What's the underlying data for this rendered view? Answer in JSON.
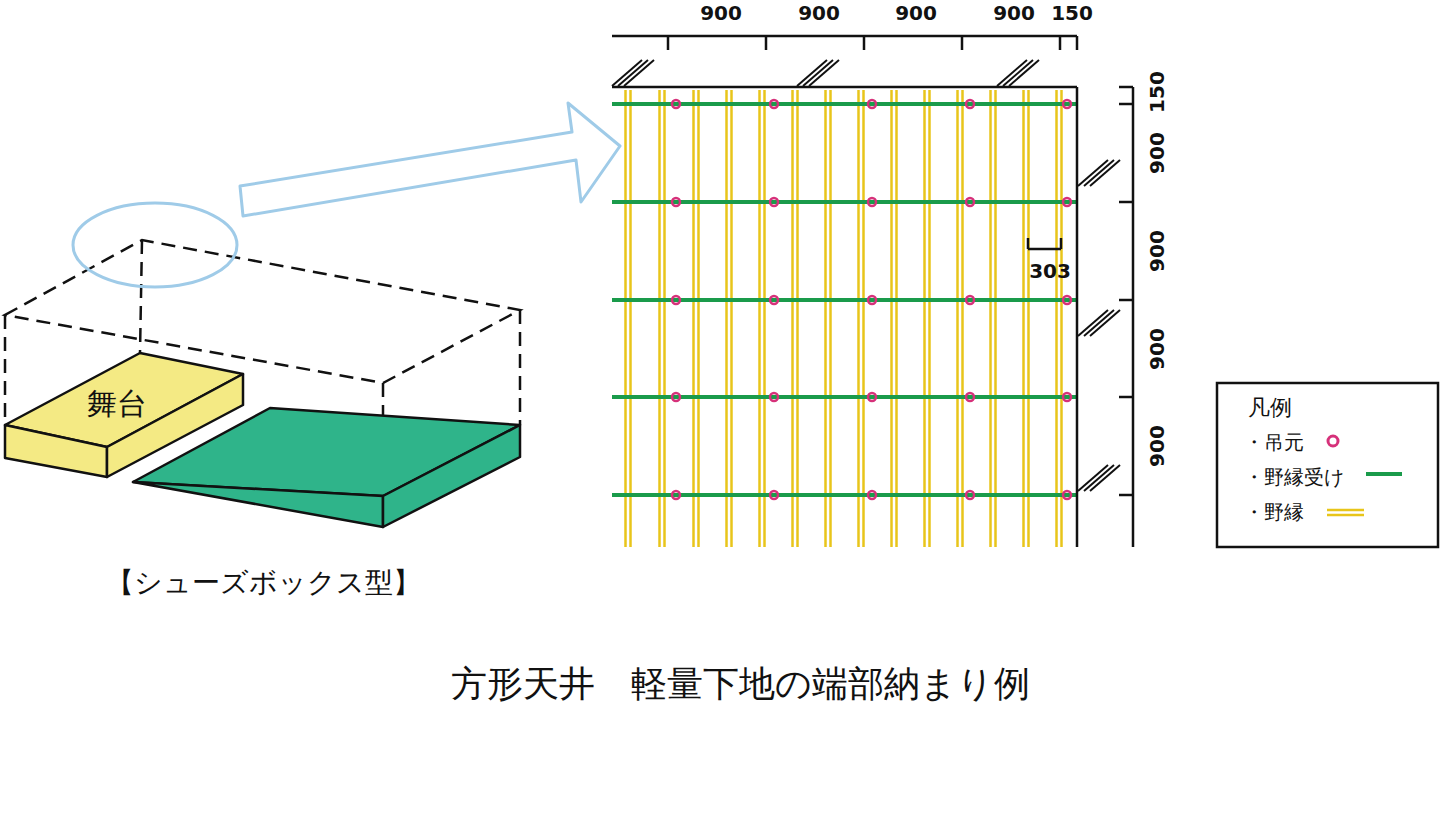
{
  "diagram": {
    "caption": "方形天井　軽量下地の端部納まり例",
    "nodes": [
      {
        "text": [
          "舞台"
        ]
      }
    ],
    "labels": [
      "【シューズボックス型】",
      "900",
      "900",
      "900",
      "900",
      "150",
      "150",
      "900",
      "900",
      "900",
      "900",
      "303",
      "凡例"
    ],
    "legend": [
      {
        "text": "・吊元"
      },
      {
        "text": "・野縁受け"
      },
      {
        "text": "・野縁"
      }
    ]
  }
}
